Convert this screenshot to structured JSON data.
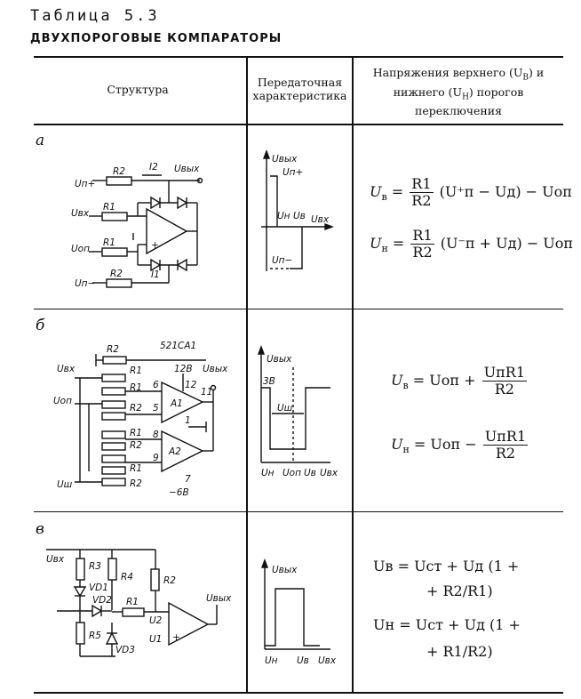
{
  "title": "Таблица 5.3",
  "subtitle": "ДВУХПОРОГОВЫЕ КОМПАРАТОРЫ",
  "headers": {
    "structure": "Структура",
    "transfer_line1": "Передаточная",
    "transfer_line2": "характеристика",
    "thresholds_line1": "Напряжения верхнего (U",
    "thresholds_sub1": "В",
    "thresholds_line1b": ") и",
    "thresholds_line2": "нижнего (U",
    "thresholds_sub2": "Н",
    "thresholds_line2b": ") порогов",
    "thresholds_line3": "переключения"
  },
  "rows": [
    {
      "label": "а",
      "circuit": {
        "labels": [
          "Uп+",
          "R2",
          "I2",
          "Uвых",
          "Uвх",
          "R1",
          "Uоп",
          "R1",
          "Uп−",
          "R2",
          "I1"
        ]
      },
      "chart": {
        "labels": [
          "Uвых",
          "Uп+",
          "Uн",
          "Uв",
          "Uвх",
          "Uп−"
        ]
      },
      "formulas": {
        "upper": {
          "lhs": "U",
          "lhs_sub": "в",
          "num": "R1",
          "den": "R2",
          "rhs": "(U⁺п − Uд) − Uоп"
        },
        "lower": {
          "lhs": "U",
          "lhs_sub": "н",
          "num": "R1",
          "den": "R2",
          "rhs": "(U⁻п + Uд) − Uоп"
        }
      }
    },
    {
      "label": "б",
      "circuit": {
        "labels": [
          "R2",
          "521СА1",
          "Uвх",
          "R1",
          "12В",
          "Uвых",
          "R1",
          "6",
          "12",
          "11",
          "Uоп",
          "R2",
          "5",
          "A1",
          "1",
          "R1",
          "8",
          "R2",
          "A2",
          "9",
          "R1",
          "Uш",
          "R2",
          "7",
          "−6В"
        ]
      },
      "chart": {
        "labels": [
          "Uвых",
          "3В",
          "Uш",
          "Uн",
          "Uоп",
          "Uв",
          "Uвх"
        ]
      },
      "formulas": {
        "upper": {
          "lhs": "U",
          "lhs_sub": "в",
          "mid": "= Uоп +",
          "num": "UпR1",
          "den": "R2"
        },
        "lower": {
          "lhs": "U",
          "lhs_sub": "н",
          "mid": "= Uоп −",
          "num": "UпR1",
          "den": "R2"
        }
      }
    },
    {
      "label": "в",
      "circuit": {
        "labels": [
          "Uвх",
          "R3",
          "R4",
          "R2",
          "VD1",
          "VD2",
          "Uвых",
          "R1",
          "U2",
          "R5",
          "U1",
          "VD3"
        ]
      },
      "chart": {
        "labels": [
          "Uвых",
          "Uн",
          "Uв",
          "Uвх"
        ]
      },
      "formulas": {
        "upper_line1": "Uв = Uст + Uд (1 +",
        "upper_line2": "+ R2/R1)",
        "lower_line1": "Uн = Uст + Uд (1 +",
        "lower_line2": "+ R1/R2)"
      }
    }
  ]
}
